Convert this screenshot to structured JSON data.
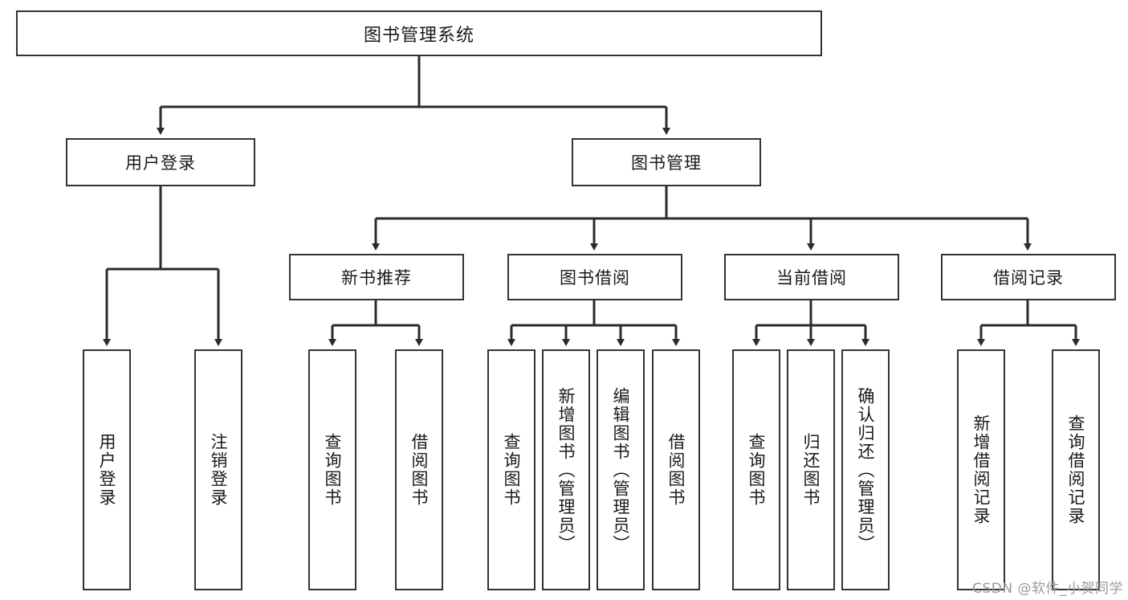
{
  "diagram": {
    "title": "图书管理系统",
    "type": "hierarchy-tree",
    "levels": {
      "root": {
        "label": "图书管理系统"
      },
      "level2": [
        {
          "id": "user-login",
          "label": "用户登录"
        },
        {
          "id": "book-management",
          "label": "图书管理"
        }
      ],
      "level3": [
        {
          "id": "new-book-recommend",
          "label": "新书推荐",
          "parent": "book-management"
        },
        {
          "id": "book-borrow",
          "label": "图书借阅",
          "parent": "book-management"
        },
        {
          "id": "current-borrow",
          "label": "当前借阅",
          "parent": "book-management"
        },
        {
          "id": "borrow-record",
          "label": "借阅记录",
          "parent": "book-management"
        }
      ],
      "leaves": {
        "user-login": [
          {
            "id": "leaf-user-login",
            "label": "用户登录"
          },
          {
            "id": "leaf-logout-login",
            "label": "注销登录"
          }
        ],
        "new-book-recommend": [
          {
            "id": "leaf-query-book-1",
            "label": "查询图书"
          },
          {
            "id": "leaf-borrow-book-1",
            "label": "借阅图书"
          }
        ],
        "book-borrow": [
          {
            "id": "leaf-query-book-2",
            "label": "查询图书"
          },
          {
            "id": "leaf-add-book",
            "label": "新增图书（管理员）"
          },
          {
            "id": "leaf-edit-book",
            "label": "编辑图书（管理员）"
          },
          {
            "id": "leaf-borrow-book-2",
            "label": "借阅图书"
          }
        ],
        "current-borrow": [
          {
            "id": "leaf-query-book-3",
            "label": "查询图书"
          },
          {
            "id": "leaf-return-book",
            "label": "归还图书"
          },
          {
            "id": "leaf-confirm-return",
            "label": "确认归还（管理员）"
          }
        ],
        "borrow-record": [
          {
            "id": "leaf-add-record",
            "label": "新增借阅记录"
          },
          {
            "id": "leaf-query-record",
            "label": "查询借阅记录"
          }
        ]
      }
    },
    "colors": {
      "border": "#333333",
      "background": "#ffffff",
      "text": "#1a1a1a",
      "watermark": "#9a9a9a"
    }
  },
  "watermark": {
    "text": "CSDN @软件_小贺同学"
  }
}
